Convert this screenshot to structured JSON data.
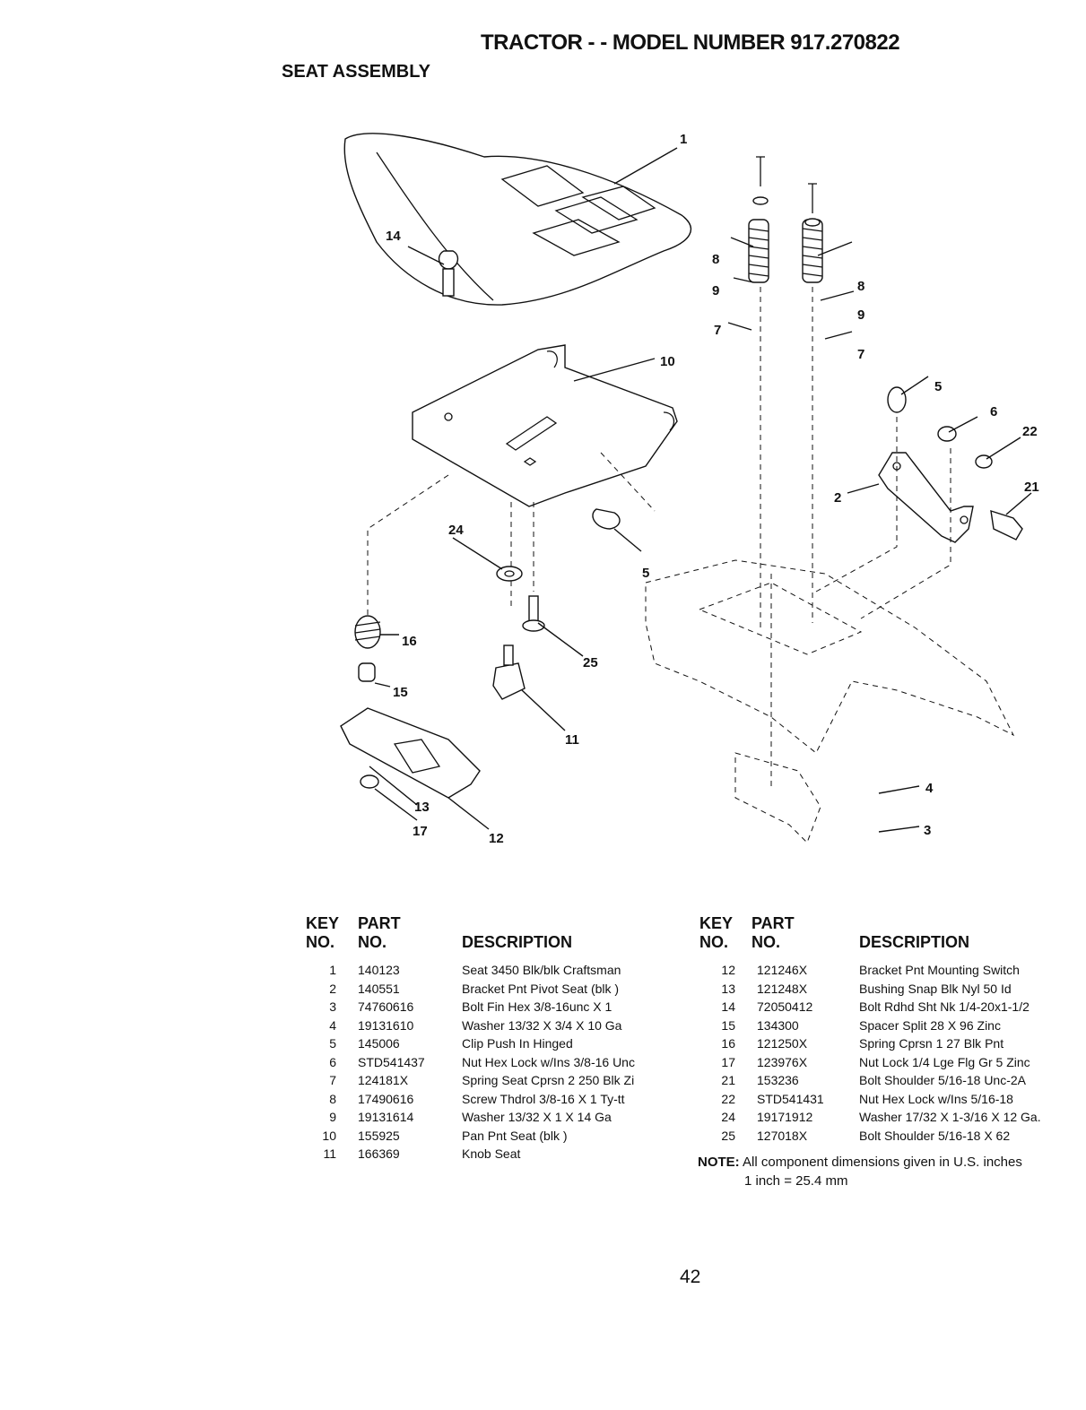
{
  "header": {
    "title": "TRACTOR - - MODEL NUMBER 917.270822",
    "section": "SEAT ASSEMBLY"
  },
  "diagram_labels": [
    "1",
    "8",
    "9",
    "7",
    "8",
    "9",
    "7",
    "14",
    "10",
    "5",
    "6",
    "22",
    "21",
    "2",
    "24",
    "5",
    "16",
    "25",
    "15",
    "11",
    "13",
    "17",
    "12",
    "4",
    "3"
  ],
  "table_headers": {
    "key_line1": "KEY",
    "key_line2": "NO.",
    "part_line1": "PART",
    "part_line2": "NO.",
    "description": "DESCRIPTION"
  },
  "parts_left": [
    {
      "key": "1",
      "part": "140123",
      "desc": "Seat 3450 Blk/blk Craftsman"
    },
    {
      "key": "2",
      "part": "140551",
      "desc": "Bracket Pnt Pivot Seat (blk )"
    },
    {
      "key": "3",
      "part": "74760616",
      "desc": "Bolt Fin Hex 3/8-16unc X 1"
    },
    {
      "key": "4",
      "part": "19131610",
      "desc": "Washer 13/32 X 3/4 X 10 Ga"
    },
    {
      "key": "5",
      "part": "145006",
      "desc": "Clip Push In Hinged"
    },
    {
      "key": "6",
      "part": "STD541437",
      "desc": "Nut Hex Lock w/Ins 3/8-16 Unc"
    },
    {
      "key": "7",
      "part": "124181X",
      "desc": "Spring Seat Cprsn 2 250 Blk Zi"
    },
    {
      "key": "8",
      "part": "17490616",
      "desc": "Screw Thdrol 3/8-16 X 1 Ty-tt"
    },
    {
      "key": "9",
      "part": "19131614",
      "desc": "Washer 13/32 X 1 X 14 Ga"
    },
    {
      "key": "10",
      "part": "155925",
      "desc": "Pan Pnt Seat (blk )"
    },
    {
      "key": "11",
      "part": "166369",
      "desc": "Knob Seat"
    }
  ],
  "parts_right": [
    {
      "key": "12",
      "part": "121246X",
      "desc": "Bracket Pnt Mounting Switch"
    },
    {
      "key": "13",
      "part": "121248X",
      "desc": "Bushing Snap Blk Nyl 50 Id"
    },
    {
      "key": "14",
      "part": "72050412",
      "desc": "Bolt Rdhd Sht Nk 1/4-20x1-1/2"
    },
    {
      "key": "15",
      "part": "134300",
      "desc": "Spacer Split 28 X 96 Zinc"
    },
    {
      "key": "16",
      "part": "121250X",
      "desc": "Spring Cprsn 1 27 Blk Pnt"
    },
    {
      "key": "17",
      "part": "123976X",
      "desc": "Nut Lock 1/4 Lge Flg Gr 5 Zinc"
    },
    {
      "key": "21",
      "part": "153236",
      "desc": "Bolt Shoulder 5/16-18 Unc-2A"
    },
    {
      "key": "22",
      "part": "STD541431",
      "desc": "Nut Hex Lock w/Ins 5/16-18"
    },
    {
      "key": "24",
      "part": "19171912",
      "desc": "Washer 17/32 X 1-3/16 X 12 Ga."
    },
    {
      "key": "25",
      "part": "127018X",
      "desc": "Bolt Shoulder 5/16-18 X 62"
    }
  ],
  "note": {
    "label": "NOTE:",
    "text": "All component dimensions given in U.S. inches",
    "conversion": "1 inch = 25.4 mm"
  },
  "page_number": "42"
}
